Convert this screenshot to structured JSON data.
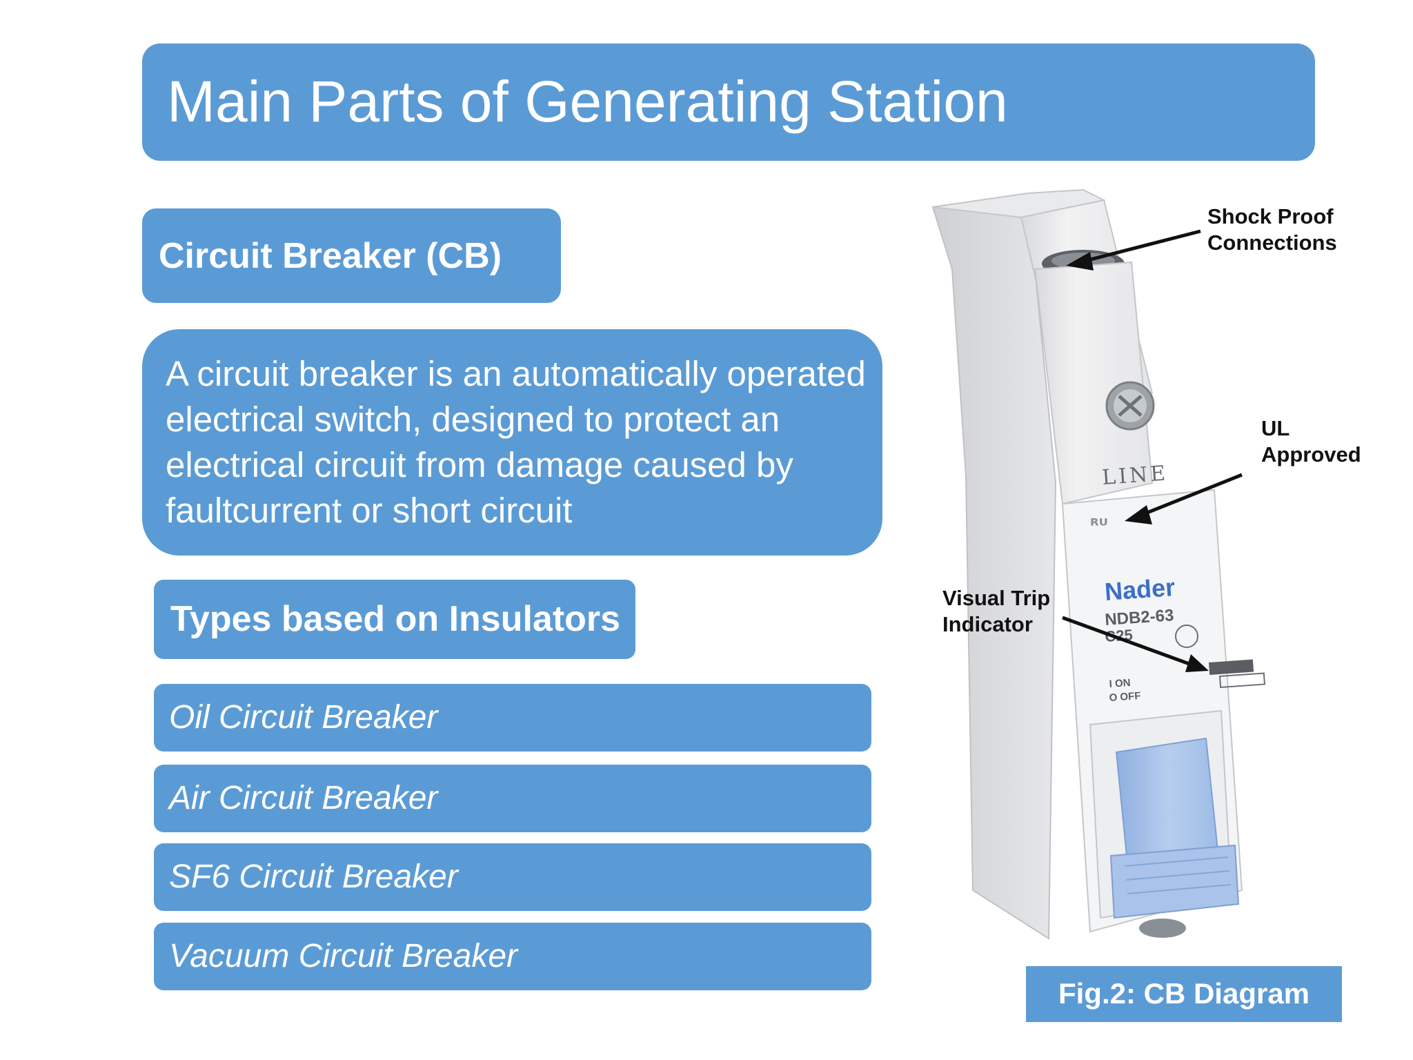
{
  "slide": {
    "title": "Main Parts of Generating Station",
    "section_heading": "Circuit Breaker (CB)",
    "description": "A circuit breaker is an automatically operated electrical switch, designed to protect an electrical circuit from damage caused by faultcurrent or short circuit",
    "types_heading": "Types based on Insulators",
    "types": [
      "Oil Circuit Breaker",
      "Air Circuit Breaker",
      "SF6 Circuit Breaker",
      "Vacuum Circuit Breaker"
    ],
    "accent_color": "#5b9bd5"
  },
  "figure": {
    "caption": "Fig.2: CB Diagram",
    "annotations": {
      "shock_proof_line1": "Shock Proof",
      "shock_proof_line2": "Connections",
      "ul_line1": "UL",
      "ul_line2": "Approved",
      "visual_trip_line1": "Visual Trip",
      "visual_trip_line2": "Indicator"
    },
    "device_text": {
      "line_label": "LINE",
      "brand": "Nader",
      "model": "NDB2-63",
      "rating": "C25",
      "on_label": "I ON",
      "off_label": "O OFF"
    }
  }
}
